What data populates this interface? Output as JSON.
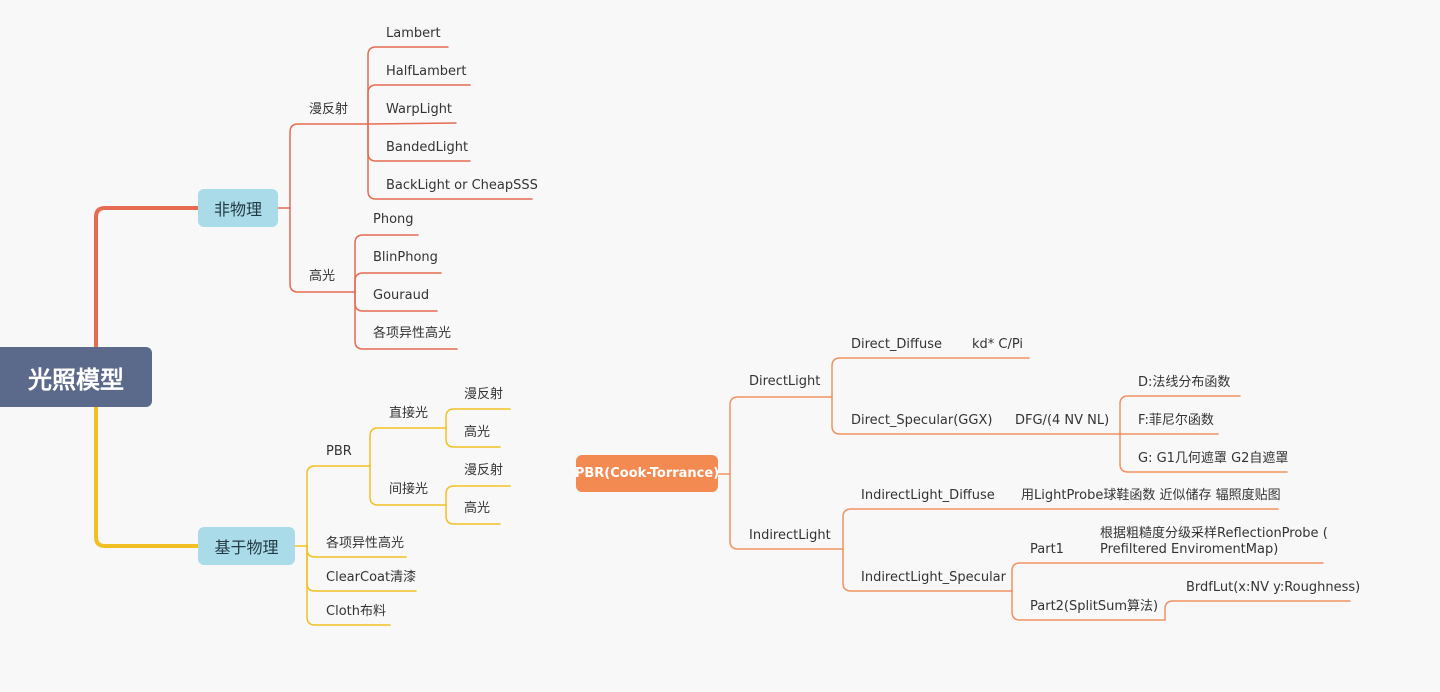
{
  "colors": {
    "red_branch": "#e56b53",
    "yellow_branch": "#f1c024",
    "orange_branch": "#f09262",
    "root_fill": "#5b6a8a",
    "mid_fill": "#a9dce8",
    "pbr_fill": "#f28a52"
  },
  "root": {
    "label": "光照模型"
  },
  "non_physical": {
    "label": "非物理",
    "diffuse": {
      "label": "漫反射",
      "items": [
        "Lambert",
        "HalfLambert",
        "WarpLight",
        "BandedLight",
        "BackLight or CheapSSS"
      ]
    },
    "specular": {
      "label": "高光",
      "items": [
        "Phong",
        "BlinPhong",
        "Gouraud",
        "各项异性高光"
      ]
    }
  },
  "physical": {
    "label": "基于物理",
    "pbr": {
      "label": "PBR",
      "direct": {
        "label": "直接光",
        "items": [
          "漫反射",
          "高光"
        ]
      },
      "indirect": {
        "label": "间接光",
        "items": [
          "漫反射",
          "高光"
        ]
      }
    },
    "others": [
      "各项异性高光",
      "ClearCoat清漆",
      "Cloth布料"
    ]
  },
  "cook_torrance": {
    "label": "PBR(Cook-Torrance)",
    "direct_light": {
      "label": "DirectLight",
      "diffuse": {
        "label": "Direct_Diffuse",
        "formula": "kd* C/Pi"
      },
      "specular": {
        "label": "Direct_Specular(GGX)",
        "formula": "DFG/(4 NV NL)",
        "terms": [
          "D:法线分布函数",
          "F:菲尼尔函数",
          "G: G1几何遮罩 G2自遮罩"
        ]
      }
    },
    "indirect_light": {
      "label": "IndirectLight",
      "diffuse": {
        "label": "IndirectLight_Diffuse",
        "note": "用LightProbe球鞋函数 近似储存 辐照度贴图"
      },
      "specular": {
        "label": "IndirectLight_Specular",
        "part1": {
          "label": "Part1",
          "note": "根据粗糙度分级采样ReflectionProbe ( Prefiltered EnviromentMap)"
        },
        "part2": {
          "label": "Part2(SplitSum算法)",
          "note": "BrdfLut(x:NV y:Roughness)"
        }
      }
    }
  }
}
